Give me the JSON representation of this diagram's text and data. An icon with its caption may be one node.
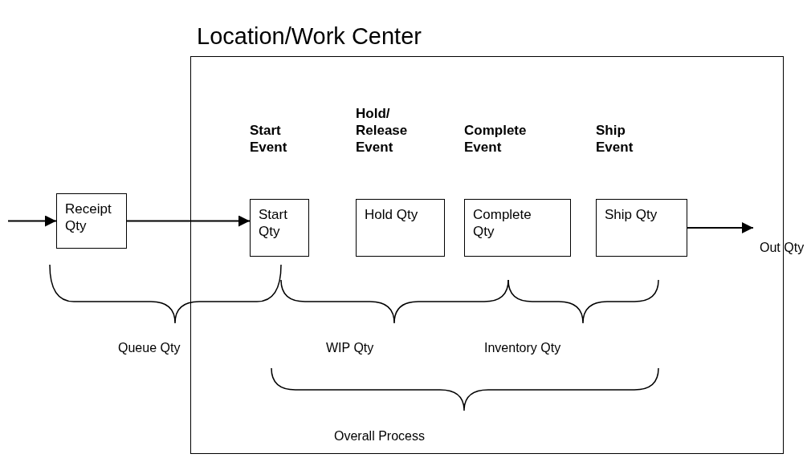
{
  "diagram": {
    "nodes": [
      {
        "text": [
          "Location/Work Center"
        ]
      },
      {
        "text": [
          "Receipt Qty"
        ]
      },
      {
        "text": [
          "Start Event",
          "Start Qty"
        ],
        "in": 0
      },
      {
        "text": [
          "Hold/ Release Event",
          "Hold Qty"
        ],
        "in": 0
      },
      {
        "text": [
          "Complete Event",
          "Complete Qty"
        ],
        "in": 0
      },
      {
        "text": [
          "Ship Event",
          "Ship Qty"
        ],
        "in": 0
      }
    ],
    "edges": [
      {
        "from": null,
        "to": 1,
        "arrow": "to"
      },
      {
        "from": 1,
        "to": 2,
        "arrow": "to"
      },
      {
        "from": 5,
        "to": null,
        "arrow": "to"
      }
    ],
    "labels": [
      "Out Qty",
      "Queue Qty",
      "WIP Qty",
      "Inventory Qty",
      "Overall Process"
    ]
  }
}
